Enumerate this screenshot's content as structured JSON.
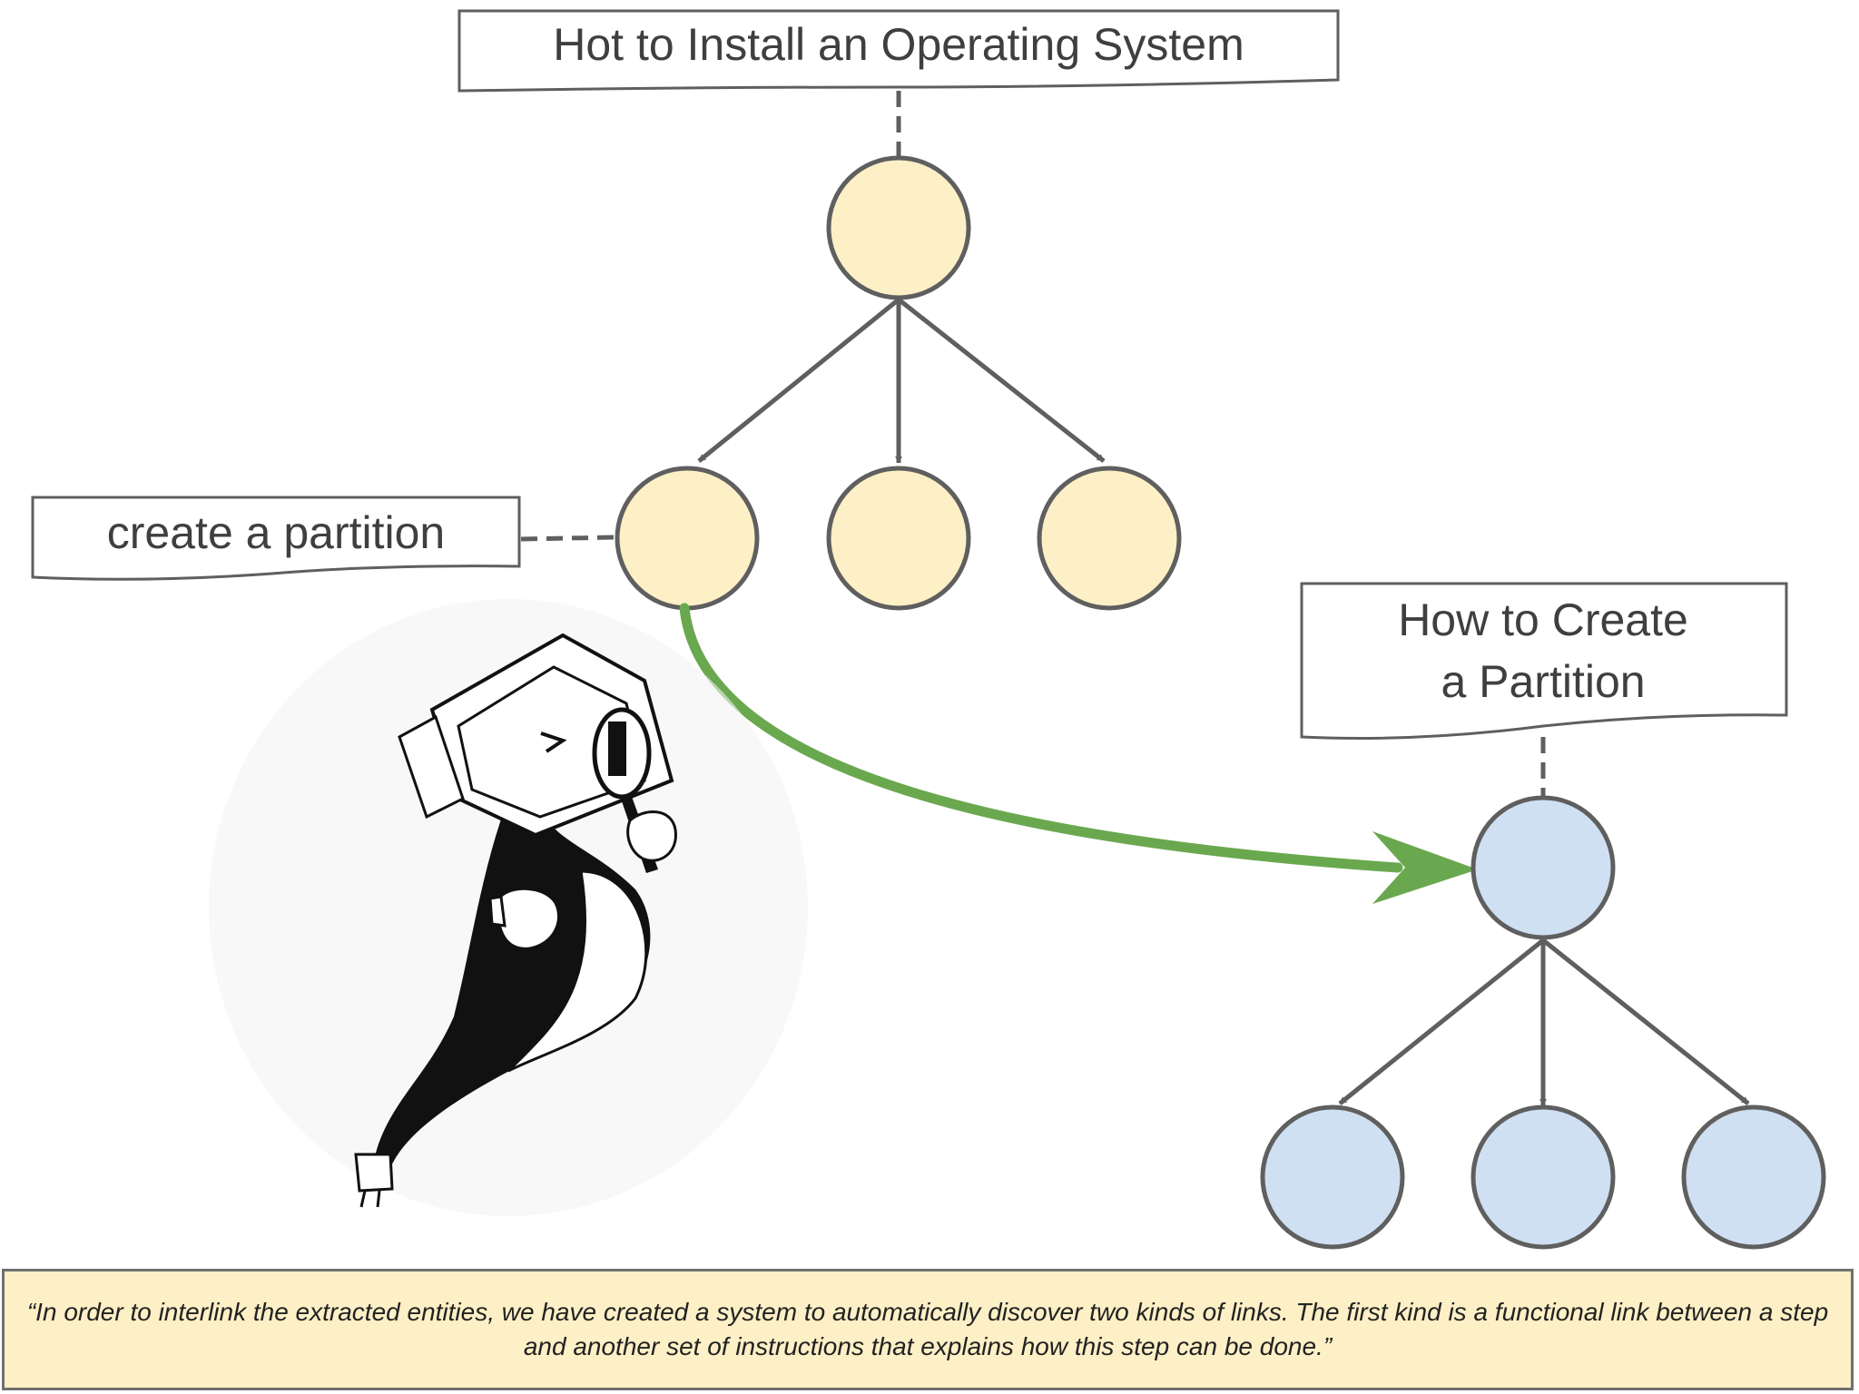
{
  "labels": {
    "top_title": "Hot to Install an Operating System",
    "step_label": "create a partition",
    "linked_title_line1": "How to Create",
    "linked_title_line2": "a Partition"
  },
  "quote": "“In order to interlink the extracted entities, we have created a system to automatically discover two kinds of links. The first kind is a functional link between a step and another set of instructions that explains how this step can be done.”",
  "colors": {
    "yellow_node": "#fdf0c6",
    "blue_node": "#cfe0f2",
    "node_border": "#5f5f5f",
    "link_green": "#6aa84f",
    "arrow_gray": "#5f5f5f"
  },
  "illustration": "monitor-mascot-with-magnifying-glass"
}
